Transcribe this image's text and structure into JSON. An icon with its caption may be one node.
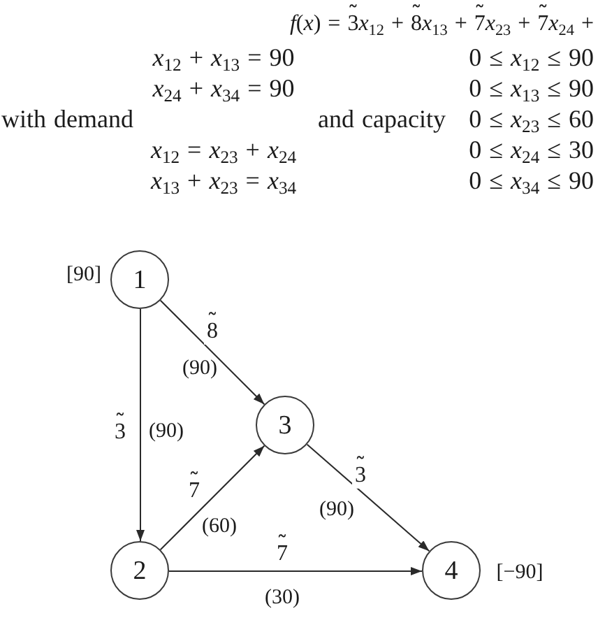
{
  "diagram": {
    "nodes": [
      {
        "text": [
          "1"
        ],
        "beside": [
          "[90]"
        ]
      },
      {
        "text": [
          "3"
        ]
      },
      {
        "text": [
          "2"
        ]
      },
      {
        "text": [
          "4"
        ],
        "beside": [
          "[−90]"
        ]
      }
    ],
    "edges": [
      {
        "from": 0,
        "to": 1,
        "arrow": "to",
        "label": "8̃"
      },
      {
        "from": 0,
        "to": 2,
        "arrow": "to",
        "label": "3̃"
      },
      {
        "from": 2,
        "to": 1,
        "arrow": "to",
        "label": "7̃"
      },
      {
        "from": 1,
        "to": 3,
        "arrow": "to",
        "label": "3̃"
      },
      {
        "from": 2,
        "to": 3,
        "arrow": "to",
        "label": "7̃"
      }
    ],
    "labels": [
      "*f*(*x*) = 3̃*x*$_{12}$ + 8̃*x*$_{13}$ + 7̃*x*$_{23}$ + 7̃*x*$_{24}$ +",
      "*x*$_{12}$ + *x*$_{13}$ = 90",
      "0 ≤ *x*$_{12}$ ≤ 90",
      "*x*$_{24}$ + *x*$_{34}$ = 90",
      "0 ≤ *x*$_{13}$ ≤ 90",
      "with demand",
      "and capacity",
      "0 ≤ *x*$_{23}$ ≤ 60",
      "*x*$_{12}$ = *x*$_{23}$ + *x*$_{24}$",
      "0 ≤ *x*$_{24}$ ≤ 30",
      "*x*$_{13}$ + *x*$_{23}$ = *x*$_{34}$",
      "0 ≤ *x*$_{34}$ ≤ 90",
      "(90)",
      "(90)",
      "(90)",
      "(60)",
      "(30)"
    ]
  }
}
